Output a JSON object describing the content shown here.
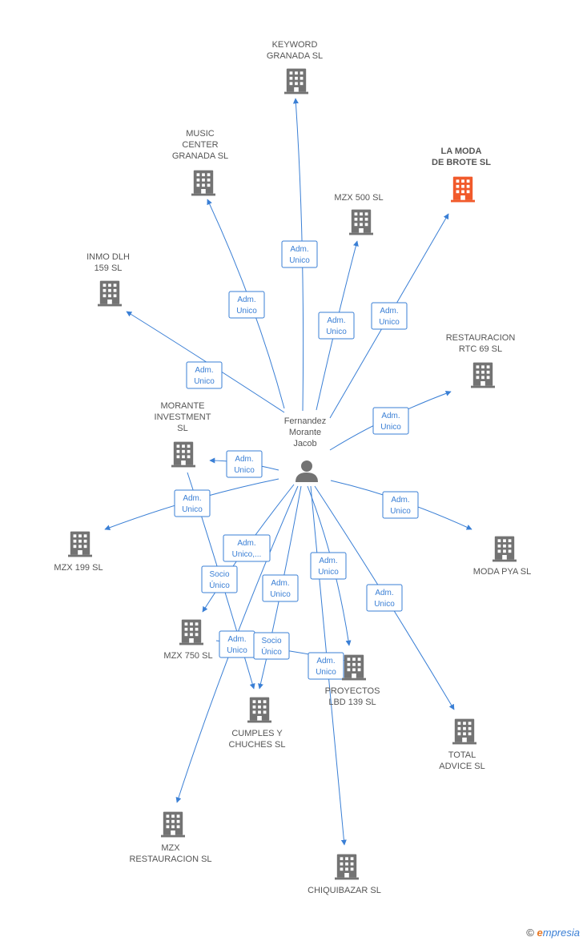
{
  "center": {
    "name": "Fernandez\nMorante\nJacob"
  },
  "colors": {
    "edge": "#3a7fd5",
    "building": "#737373",
    "highlight": "#f15a2b",
    "label": "#555555"
  },
  "companies": [
    {
      "id": "keyword",
      "name": "KEYWORD\nGRANADA SL",
      "highlight": false
    },
    {
      "id": "music",
      "name": "MUSIC\nCENTER\nGRANADA SL",
      "highlight": false
    },
    {
      "id": "moda_brote",
      "name": "LA MODA\nDE BROTE  SL",
      "highlight": true
    },
    {
      "id": "mzx500",
      "name": "MZX 500 SL",
      "highlight": false
    },
    {
      "id": "inmo",
      "name": "INMO DLH\n159 SL",
      "highlight": false
    },
    {
      "id": "rtc69",
      "name": "RESTAURACION\nRTC 69 SL",
      "highlight": false
    },
    {
      "id": "morante",
      "name": "MORANTE\nINVESTMENT\nSL",
      "highlight": false
    },
    {
      "id": "mzx199",
      "name": "MZX 199 SL",
      "highlight": false
    },
    {
      "id": "modapya",
      "name": "MODA PYA SL",
      "highlight": false
    },
    {
      "id": "mzx750",
      "name": "MZX 750 SL",
      "highlight": false
    },
    {
      "id": "proyectos",
      "name": "PROYECTOS\nLBD 139 SL",
      "highlight": false
    },
    {
      "id": "cumples",
      "name": "CUMPLES Y\nCHUCHES  SL",
      "highlight": false
    },
    {
      "id": "total",
      "name": "TOTAL\nADVICE  SL",
      "highlight": false
    },
    {
      "id": "mzxrest",
      "name": "MZX\nRESTAURACION SL",
      "highlight": false
    },
    {
      "id": "chiqui",
      "name": "CHIQUIBAZAR SL",
      "highlight": false
    }
  ],
  "relations": [
    {
      "label": "Adm.\nUnico"
    },
    {
      "label": "Adm.\nUnico"
    },
    {
      "label": "Adm.\nUnico"
    },
    {
      "label": "Adm.\nUnico"
    },
    {
      "label": "Adm.\nUnico"
    },
    {
      "label": "Adm.\nUnico"
    },
    {
      "label": "Adm.\nUnico"
    },
    {
      "label": "Adm.\nUnico"
    },
    {
      "label": "Adm.\nUnico"
    },
    {
      "label": "Adm.\nUnico,..."
    },
    {
      "label": "Socio\nÚnico"
    },
    {
      "label": "Adm.\nUnico"
    },
    {
      "label": "Adm.\nUnico"
    },
    {
      "label": "Adm.\nUnico"
    },
    {
      "label": "Adm.\nUnico"
    },
    {
      "label": "Socio\nÚnico"
    },
    {
      "label": "Adm.\nUnico"
    }
  ],
  "footer": {
    "copyright": "©",
    "brand_e": "e",
    "brand_rest": "mpresia"
  }
}
